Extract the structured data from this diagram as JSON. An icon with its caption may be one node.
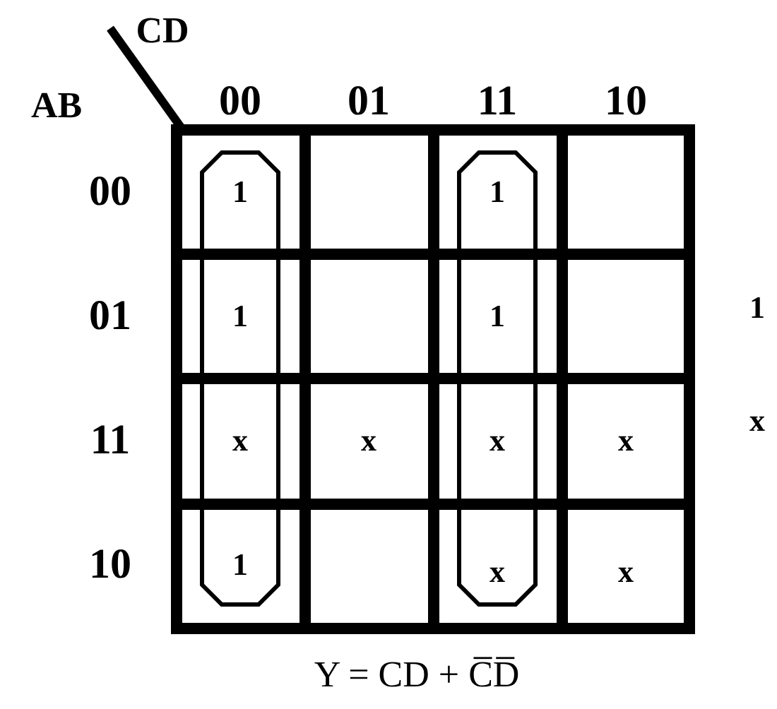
{
  "diagram": {
    "caption": "Y = CD + C̅D̅",
    "labels": [
      "CD",
      "AB",
      "00",
      "01",
      "11",
      "10",
      "00",
      "1",
      "1",
      "01",
      "1",
      "1",
      "1",
      "11",
      "x",
      "x",
      "x",
      "x",
      "x",
      "10",
      "1",
      "x",
      "x"
    ]
  }
}
